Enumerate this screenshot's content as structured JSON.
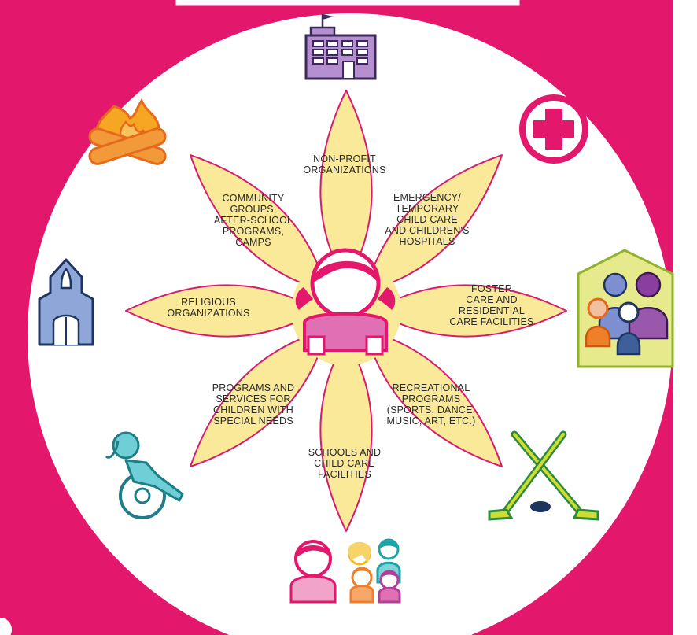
{
  "colors": {
    "magenta": "#e3176b",
    "petal_fill": "#fbe99a",
    "petal_stroke": "#d81b70",
    "child_pink": "#e06fb3",
    "purple": "#9a58ad",
    "orange": "#f07f2a",
    "blue": "#3e5f9a",
    "teal": "#1ea3a8",
    "green": "#2e8b3e",
    "lime": "#cfdd32"
  },
  "petals": [
    {
      "id": "non-profit",
      "label": "NON-PROFIT\nORGANIZATIONS"
    },
    {
      "id": "emergency",
      "label": "EMERGENCY/\nTEMPORARY\nCHILD CARE\nAND CHILDREN'S\nHOSPITALS"
    },
    {
      "id": "foster",
      "label": "FOSTER\nCARE AND\nRESIDENTIAL\nCARE FACILITIES"
    },
    {
      "id": "recreational",
      "label": "RECREATIONAL\nPROGRAMS\n(SPORTS, DANCE,\nMUSIC, ART, ETC.)"
    },
    {
      "id": "schools",
      "label": "SCHOOLS AND\nCHILD CARE\nFACILITIES"
    },
    {
      "id": "special-needs",
      "label": "PROGRAMS AND\nSERVICES FOR\nCHILDREN WITH\nSPECIAL NEEDS"
    },
    {
      "id": "religious",
      "label": "RELIGIOUS\nORGANIZATIONS"
    },
    {
      "id": "community",
      "label": "COMMUNITY\nGROUPS,\nAFTER-SCHOOL\nPROGRAMS,\nCAMPS"
    }
  ],
  "icons": [
    {
      "name": "school-building-icon"
    },
    {
      "name": "medical-cross-icon"
    },
    {
      "name": "family-home-icon"
    },
    {
      "name": "hockey-sticks-icon"
    },
    {
      "name": "group-of-children-icon"
    },
    {
      "name": "wheelchair-child-icon"
    },
    {
      "name": "church-icon"
    },
    {
      "name": "campfire-icon"
    },
    {
      "name": "child-icon"
    }
  ]
}
